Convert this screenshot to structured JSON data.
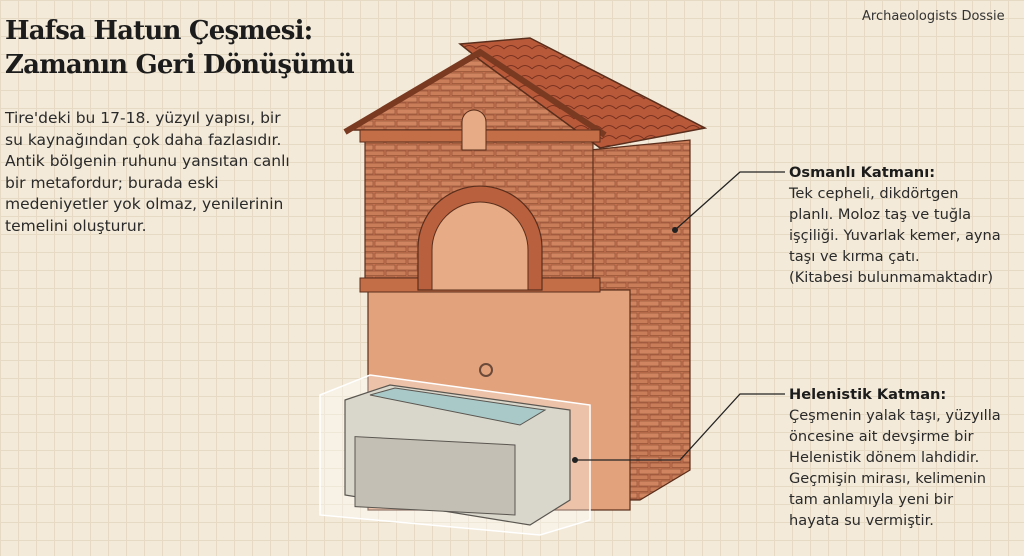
{
  "header": {
    "title_line1": "Hafsa Hatun Çeşmesi:",
    "title_line2": "Zamanın Geri Dönüşümü",
    "brand": "Archaeologists Dossie"
  },
  "intro": "Tire'deki bu 17-18. yüzyıl yapısı, bir su kaynağından çok daha fazlasıdır. Antik bölgenin ruhunu yansıtan canlı bir metafordur; burada eski medeniyetler yok olmaz, yenilerinin temelini oluşturur.",
  "callouts": [
    {
      "heading": "Osmanlı Katmanı:",
      "lines": [
        "Tek cepheli, dikdörtgen",
        "planlı. Moloz taş ve tuğla",
        "işçiliği. Yuvarlak kemer, ayna",
        "taşı ve kırma çatı.",
        "(Kitabesi bulunmamaktadır)"
      ]
    },
    {
      "heading": "Helenistik Katman:",
      "lines": [
        "Çeşmenin yalak taşı, yüzyılla",
        "öncesine ait devşirme bir",
        "Helenistik dönem lahdidir.",
        "Geçmişin mirası, kelimenin",
        "tam anlamıyla yeni bir",
        "hayata su vermiştir."
      ]
    }
  ],
  "colors": {
    "brick": "#c0704a",
    "plaster": "#e4a57e",
    "roof": "#b85a3a",
    "marble": "#d9d6cc",
    "water": "#a9c8c8"
  }
}
